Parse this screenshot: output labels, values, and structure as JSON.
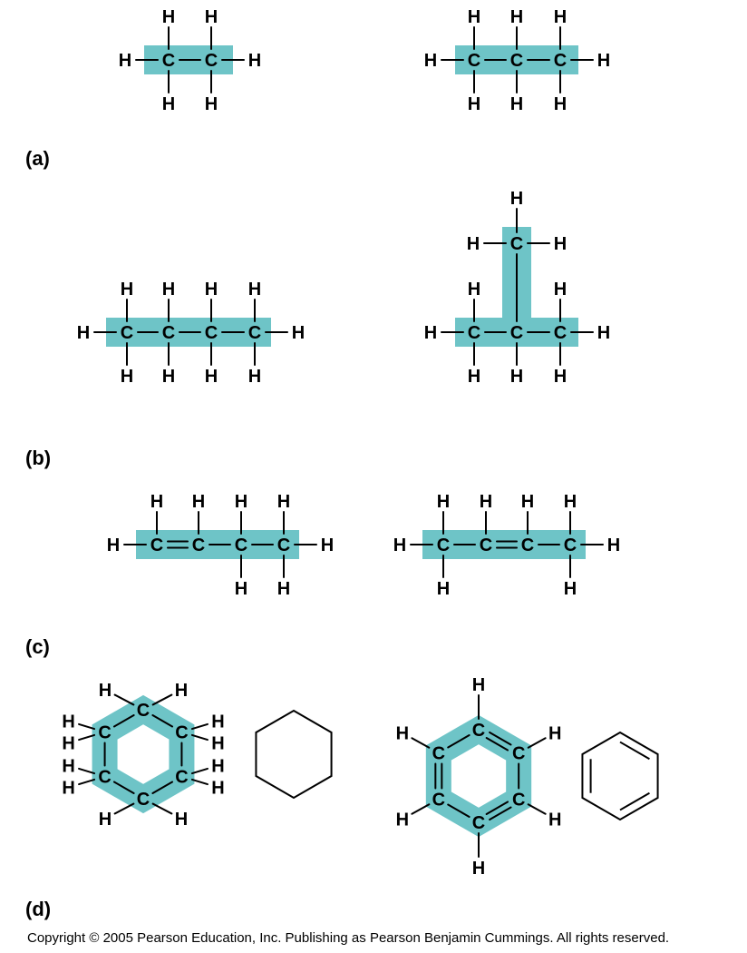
{
  "atoms": {
    "carbon": "C",
    "hydrogen": "H"
  },
  "panel_labels": [
    "(a)",
    "(b)",
    "(c)",
    "(d)"
  ],
  "copyright": "Copyright © 2005 Pearson Education, Inc. Publishing as Pearson Benjamin Cummings. All rights reserved.",
  "colors": {
    "highlight": "#6ec4c7",
    "ink": "#000000",
    "background": "#ffffff"
  }
}
